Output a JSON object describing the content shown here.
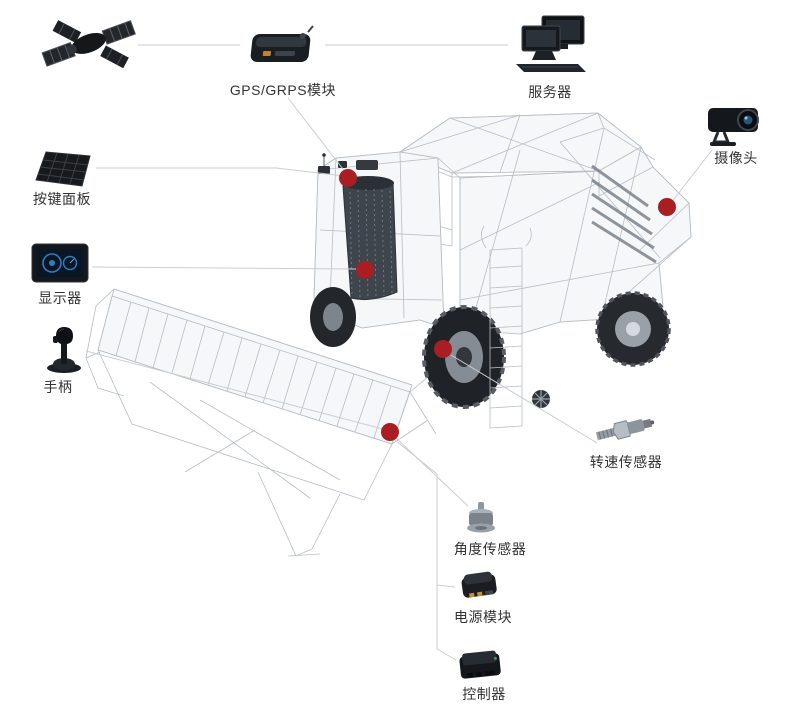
{
  "diagram": {
    "labels": {
      "gps": "GPS/GRPS模块",
      "server": "服务器",
      "camera": "摄像头",
      "keypad": "按键面板",
      "display": "显示器",
      "joystick": "手柄",
      "speed_sensor": "转速传感器",
      "angle_sensor": "角度传感器",
      "power_module": "电源模块",
      "controller": "控制器"
    },
    "icons": [
      "satellite-icon",
      "gps-module-icon",
      "server-icon",
      "camera-icon",
      "keypad-icon",
      "display-icon",
      "joystick-icon",
      "speed-sensor-icon",
      "angle-sensor-icon",
      "power-module-icon",
      "controller-icon"
    ],
    "markers": {
      "count": 5,
      "color": "#a81e22"
    },
    "colors": {
      "marker": "#a81e22",
      "connector": "#c9ced3",
      "label_text": "#333333",
      "background": "#ffffff",
      "wireframe": "#b7bec6"
    }
  }
}
